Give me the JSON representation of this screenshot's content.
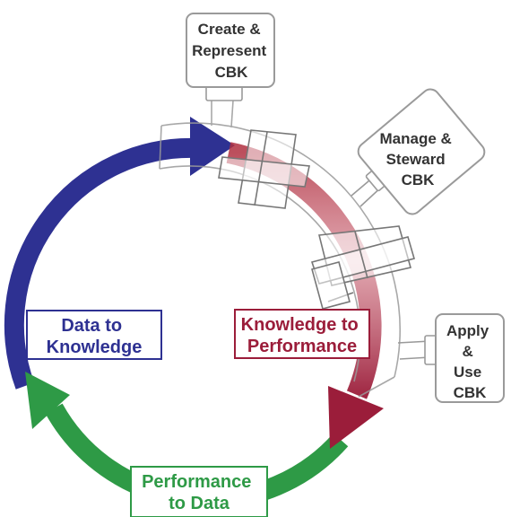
{
  "cycle": {
    "data_to_knowledge": {
      "lines": [
        "Data to",
        "Knowledge"
      ],
      "color": "#2e3192"
    },
    "knowledge_to_performance": {
      "lines": [
        "Knowledge to",
        "Performance"
      ],
      "color": "#9b1d3a"
    },
    "performance_to_data": {
      "lines": [
        "Performance",
        "to Data"
      ],
      "color": "#2e9a46"
    }
  },
  "components": {
    "create_represent": {
      "lines": [
        "Create &",
        "Represent",
        "CBK"
      ]
    },
    "manage_steward": {
      "lines": [
        "Manage &",
        "Steward",
        "CBK"
      ]
    },
    "apply_use": {
      "lines": [
        "Apply",
        "&",
        "Use",
        "CBK"
      ]
    }
  },
  "colors": {
    "outline": "#9a9a9a",
    "label_text": "#333333",
    "background": "#ffffff"
  }
}
